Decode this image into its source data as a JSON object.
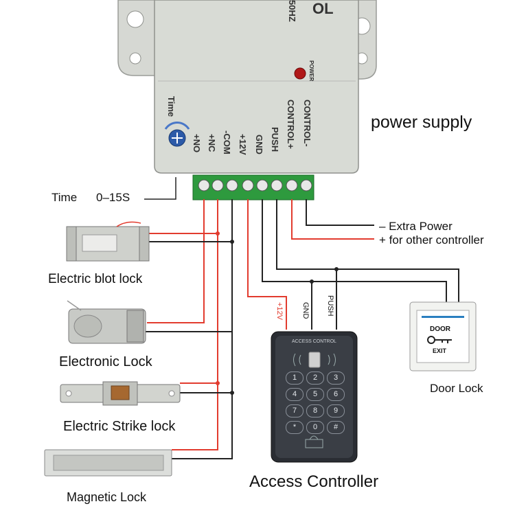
{
  "psu": {
    "model_partial": "OL",
    "freq": "50HZ",
    "power_led_label": "POWER",
    "time_label": "Time",
    "terminals": [
      "+NO",
      "+NC",
      "-COM",
      "+12V",
      "GND",
      "PUSH",
      "CONTROL+",
      "CONTROL-"
    ]
  },
  "labels": {
    "power_supply": "power supply",
    "time": "Time",
    "time_range": "0–15S",
    "extra_power_minus": "–  Extra Power",
    "extra_power_plus": "+  for other controller",
    "electric_bolt_lock": "Electric blot lock",
    "electronic_lock": "Electronic Lock",
    "electric_strike_lock": "Electric Strike lock",
    "magnetic_lock": "Magnetic Lock",
    "access_controller": "Access Controller",
    "door_lock": "Door Lock"
  },
  "controller": {
    "wire_12v": "+12V",
    "wire_gnd": "GND",
    "wire_push": "PUSH",
    "brand": "ACCESS CONTROL",
    "keys": [
      "1",
      "2",
      "3",
      "4",
      "5",
      "6",
      "7",
      "8",
      "9",
      "*",
      "0",
      "#"
    ]
  },
  "exit_button": {
    "line1": "DOOR",
    "line2": "EXIT"
  },
  "colors": {
    "red_wire": "#e23b2e",
    "black_wire": "#222222",
    "terminal_green": "#2e9a3e",
    "psu_body": "#d8dbd5"
  }
}
